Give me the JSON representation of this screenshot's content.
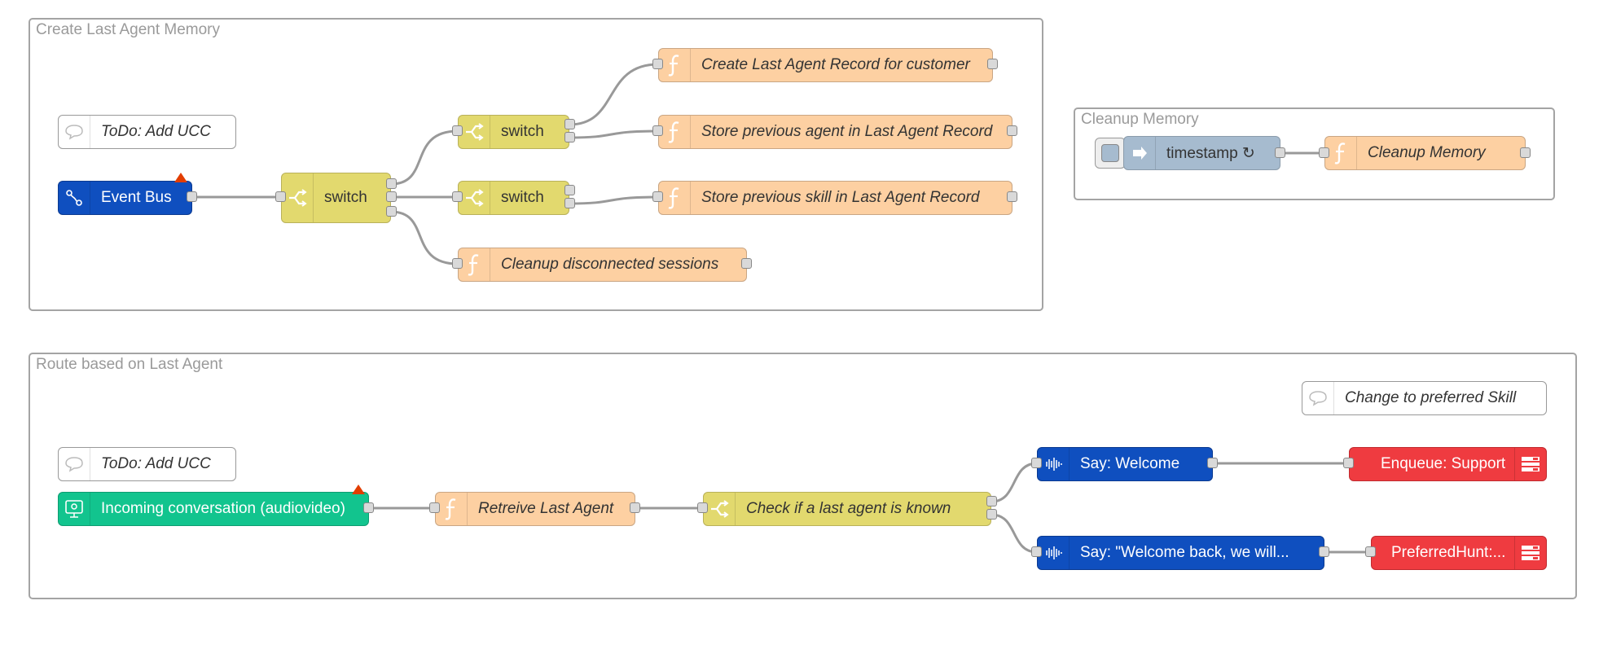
{
  "groups": {
    "create": "Create Last Agent Memory",
    "cleanup": "Cleanup Memory",
    "route": "Route based on Last Agent"
  },
  "nodes": {
    "comment_ucc_top": "ToDo: Add UCC",
    "event_bus": "Event Bus",
    "switch_main": "switch",
    "switch_upper": "switch",
    "switch_lower": "switch",
    "fn_create_record": "Create Last Agent Record for customer",
    "fn_store_agent": "Store previous agent in Last Agent Record",
    "fn_store_skill": "Store previous skill in Last Agent Record",
    "fn_cleanup_sessions": "Cleanup disconnected sessions",
    "inject_timestamp": "timestamp ↻",
    "fn_cleanup_memory": "Cleanup Memory",
    "comment_preferred": "Change to preferred Skill",
    "comment_ucc_bottom": "ToDo: Add UCC",
    "incoming": "Incoming conversation (audiovideo)",
    "fn_retrieve": "Retreive Last Agent",
    "switch_check": "Check if a last agent is known",
    "say_welcome": "Say: Welcome",
    "say_welcome_back": "Say: \"Welcome back, we will...",
    "enqueue_support": "Enqueue: Support",
    "preferred_hunt": "PreferredHunt:..."
  },
  "icons": {
    "function": "function-icon",
    "switch": "switch-icon",
    "comment": "comment-icon",
    "event_bus": "event-bus-icon",
    "incoming": "incoming-call-icon",
    "say": "audio-wave-icon",
    "enqueue": "queue-icon",
    "inject": "inject-arrow-icon"
  },
  "colors": {
    "function": "#fdd0a2",
    "switch": "#e2d96e",
    "event_bus": "#0f4fbf",
    "say": "#0f4fbf",
    "incoming": "#12c48e",
    "enqueue": "#ef3b40",
    "inject": "#a6bbcf",
    "warning": "#e23d00"
  }
}
